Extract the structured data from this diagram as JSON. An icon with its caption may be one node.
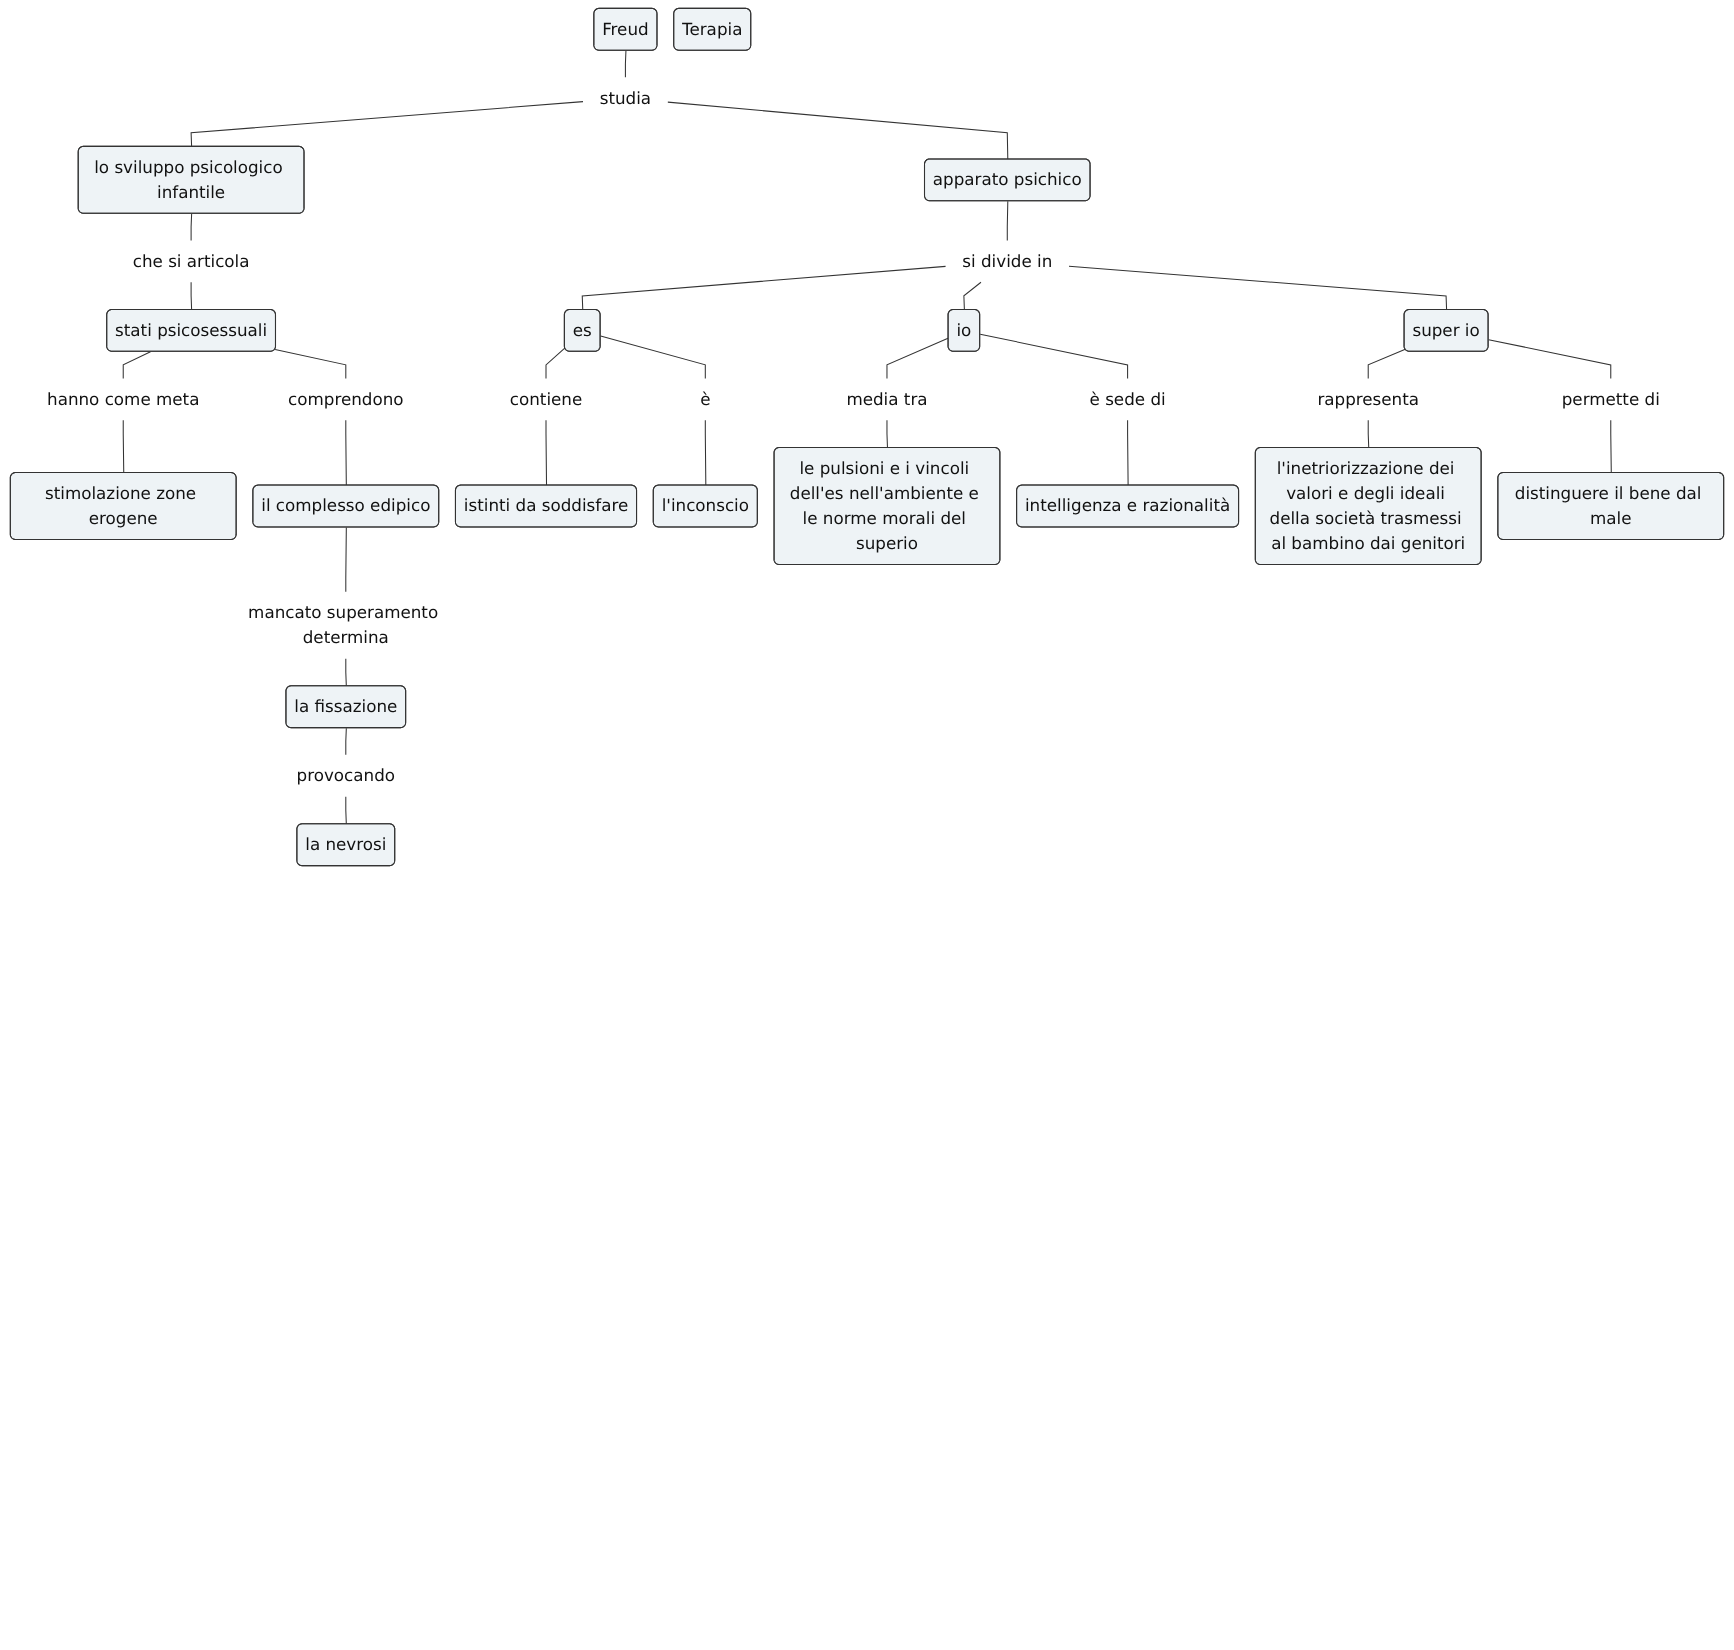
{
  "diagram": {
    "nodes": [
      {
        "text": [
          "Freud"
        ]
      },
      {
        "text": [
          "studia"
        ]
      },
      {
        "text": [
          "lo sviluppo psicologico infantile"
        ]
      },
      {
        "text": [
          "apparato psichico"
        ]
      },
      {
        "text": [
          "che si articola"
        ]
      },
      {
        "text": [
          "si divide in"
        ]
      },
      {
        "text": [
          "stati psicosessuali"
        ]
      },
      {
        "text": [
          "es"
        ]
      },
      {
        "text": [
          "io"
        ]
      },
      {
        "text": [
          "super io"
        ]
      },
      {
        "text": [
          "contiene"
        ]
      },
      {
        "text": [
          "hanno come meta"
        ]
      },
      {
        "text": [
          "comprendono"
        ]
      },
      {
        "text": [
          "è"
        ]
      },
      {
        "text": [
          "istinti da soddisfare"
        ]
      },
      {
        "text": [
          "l'inconscio"
        ]
      },
      {
        "text": [
          "permette di"
        ]
      },
      {
        "text": [
          "rappresenta"
        ]
      },
      {
        "text": [
          "stimolazione zone erogene"
        ]
      },
      {
        "text": [
          "media tra"
        ]
      },
      {
        "text": [
          "è sede di"
        ]
      },
      {
        "text": [
          "il complesso edipico"
        ]
      },
      {
        "text": [
          "distinguere il bene dal male"
        ]
      },
      {
        "text": [
          "le pulsioni e i vincoli dell'es nell'ambiente e le norme morali del superio"
        ]
      },
      {
        "text": [
          "mancato superamento determina"
        ]
      },
      {
        "text": [
          "l'inetriorizzazione dei valori e degli ideali della società trasmessi al bambino dai genitori"
        ]
      },
      {
        "text": [
          "la fissazione"
        ]
      },
      {
        "text": [
          "intelligenza e razionalità"
        ]
      },
      {
        "text": [
          "provocando"
        ]
      },
      {
        "text": [
          "la nevrosi"
        ]
      },
      {
        "text": [
          "Terapia"
        ]
      }
    ],
    "edges": [
      {
        "from": 0,
        "to": 1,
        "arrow": "none"
      },
      {
        "from": 1,
        "to": 2,
        "arrow": "none"
      },
      {
        "from": 1,
        "to": 3,
        "arrow": "none"
      },
      {
        "from": 2,
        "to": 4,
        "arrow": "none"
      },
      {
        "from": 4,
        "to": 6,
        "arrow": "none"
      },
      {
        "from": 3,
        "to": 5,
        "arrow": "none"
      },
      {
        "from": 5,
        "to": 7,
        "arrow": "none"
      },
      {
        "from": 5,
        "to": 8,
        "arrow": "none"
      },
      {
        "from": 5,
        "to": 9,
        "arrow": "none"
      },
      {
        "from": 6,
        "to": 11,
        "arrow": "none"
      },
      {
        "from": 11,
        "to": 18,
        "arrow": "none"
      },
      {
        "from": 6,
        "to": 12,
        "arrow": "none"
      },
      {
        "from": 12,
        "to": 21,
        "arrow": "none"
      },
      {
        "from": 7,
        "to": 10,
        "arrow": "none"
      },
      {
        "from": 10,
        "to": 14,
        "arrow": "none"
      },
      {
        "from": 7,
        "to": 13,
        "arrow": "none"
      },
      {
        "from": 13,
        "to": 15,
        "arrow": "none"
      },
      {
        "from": 8,
        "to": 19,
        "arrow": "none"
      },
      {
        "from": 19,
        "to": 23,
        "arrow": "none"
      },
      {
        "from": 8,
        "to": 20,
        "arrow": "none"
      },
      {
        "from": 20,
        "to": 27,
        "arrow": "none"
      },
      {
        "from": 9,
        "to": 17,
        "arrow": "none"
      },
      {
        "from": 17,
        "to": 25,
        "arrow": "none"
      },
      {
        "from": 9,
        "to": 16,
        "arrow": "none"
      },
      {
        "from": 16,
        "to": 22,
        "arrow": "none"
      },
      {
        "from": 21,
        "to": 24,
        "arrow": "none"
      },
      {
        "from": 24,
        "to": 26,
        "arrow": "none"
      },
      {
        "from": 26,
        "to": 28,
        "arrow": "none"
      },
      {
        "from": 28,
        "to": 29,
        "arrow": "none"
      }
    ]
  }
}
